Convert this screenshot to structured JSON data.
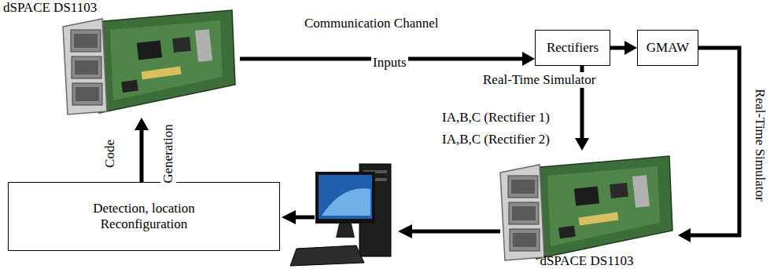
{
  "diagram": {
    "nodes": [
      {
        "text": [
          "dSPACE DS1103"
        ]
      },
      {
        "text": [
          "Rectifiers"
        ]
      },
      {
        "text": [
          "GMAW"
        ]
      },
      {
        "text": [
          "dSPACE DS1103"
        ]
      },
      {
        "text": [
          "Detection, location Reconfiguration"
        ]
      }
    ],
    "edges": [
      {
        "from": 0,
        "to": 1,
        "arrow": "to",
        "label": "Communication Channel"
      },
      {
        "from": 1,
        "to": 2,
        "arrow": "to"
      },
      {
        "from": 1,
        "to": 3,
        "arrow": "to"
      },
      {
        "from": 2,
        "to": 3,
        "arrow": "to"
      },
      {
        "from": 4,
        "to": 0,
        "arrow": "to"
      }
    ],
    "labels": [
      "Inputs",
      "Real-Time Simulator",
      "IA,B,C (Rectifier 1)",
      "IA,B,C (Rectifier 2)",
      "Real-Time Simulator",
      "Code",
      "Generation"
    ]
  }
}
